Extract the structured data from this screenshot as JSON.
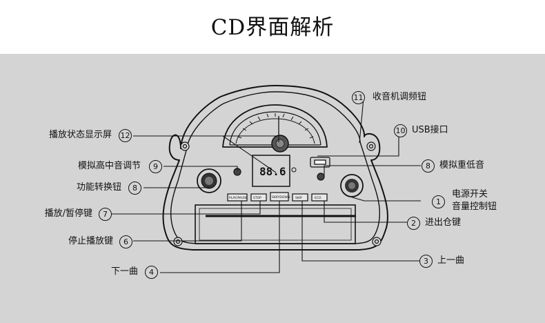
{
  "title": "CD界面解析",
  "display": {
    "digits": "88.6"
  },
  "buttons": [
    "PLAY/PAUSE",
    "STOP",
    "SKIP/DOWN",
    "SKIP",
    "ECO"
  ],
  "labels": {
    "n11": {
      "num": "11",
      "text": "收音机调频钮"
    },
    "n10": {
      "num": "10",
      "text": "USB接口"
    },
    "n12": {
      "num": "12",
      "text": "播放状态显示屏"
    },
    "n9": {
      "num": "9",
      "text": "模拟高中音调节"
    },
    "n8l": {
      "num": "8",
      "text": "功能转换钮"
    },
    "n8r": {
      "num": "8",
      "text": "模拟重低音"
    },
    "n7": {
      "num": "7",
      "text": "播放/暂停键"
    },
    "n1": {
      "num": "1",
      "text": "电源开关",
      "text2": "音量控制钮"
    },
    "n2": {
      "num": "2",
      "text": "进出仓键"
    },
    "n6": {
      "num": "6",
      "text": "停止播放键"
    },
    "n3": {
      "num": "3",
      "text": "上一曲"
    },
    "n4": {
      "num": "4",
      "text": "下一曲"
    }
  }
}
